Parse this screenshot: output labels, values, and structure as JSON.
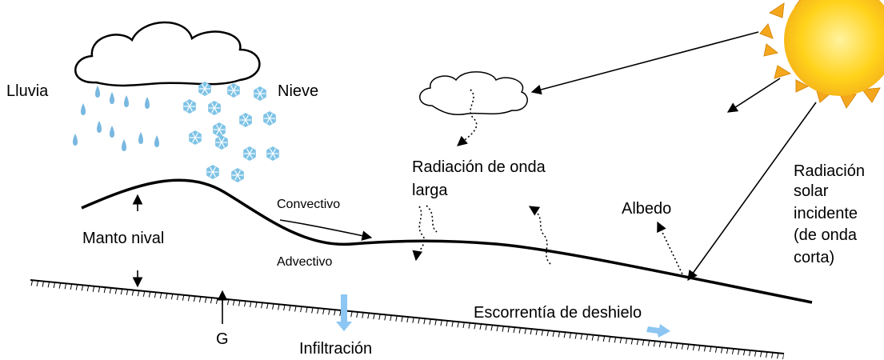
{
  "labels": {
    "rain": "Lluvia",
    "snow": "Nieve",
    "longwave_line1": "Radiación de onda",
    "longwave_line2": "larga",
    "solar_line1": "Radiación",
    "solar_line2": "solar",
    "solar_line3": "incidente",
    "solar_line4": "(de onda",
    "solar_line5": "corta)",
    "convective": "Convectivo",
    "advective": "Advectivo",
    "albedo": "Albedo",
    "snowpack": "Manto nival",
    "ground_heat": "G",
    "infiltration": "Infiltración",
    "meltwater_runoff": "Escorrentía de deshielo"
  },
  "colors": {
    "raindrop": "#79b8e0",
    "snowflake": "#7ec3e6",
    "flow_arrow": "#8dc6f2",
    "sun_body": "#ffd21a",
    "sun_rays": "#f4a71c",
    "lines": "#000000"
  },
  "icons": [
    "storm-cloud-icon",
    "raindrop-icon",
    "snowflake-icon",
    "small-cloud-icon",
    "sun-icon"
  ]
}
